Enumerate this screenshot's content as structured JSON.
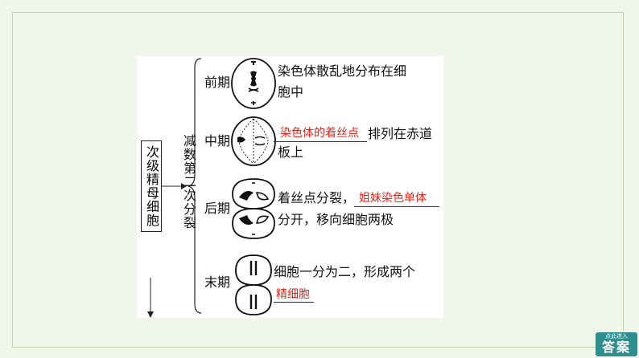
{
  "source_box": {
    "label": "次级精母细胞"
  },
  "stage_group": {
    "label": "减数第二次分裂"
  },
  "phases": [
    {
      "name": "前期",
      "line1": "染色体散乱地分布在细",
      "line2": "胞中"
    },
    {
      "name": "中期",
      "blank1": "染色体的着丝点",
      "line1_after": "排列在赤道",
      "line2": "板上"
    },
    {
      "name": "后期",
      "line1_before": "着丝点分裂，",
      "blank1": "姐妹染色单体",
      "line2": "分开，移向细胞两极"
    },
    {
      "name": "末期",
      "line1": "细胞一分为二，形成两个",
      "blank2": "精细胞"
    }
  ],
  "answer_button": {
    "small": "点此进入",
    "big": "答案"
  },
  "colors": {
    "answer": "#e0251b",
    "button": "#2f8f8f",
    "background": "#f0f6e9"
  }
}
